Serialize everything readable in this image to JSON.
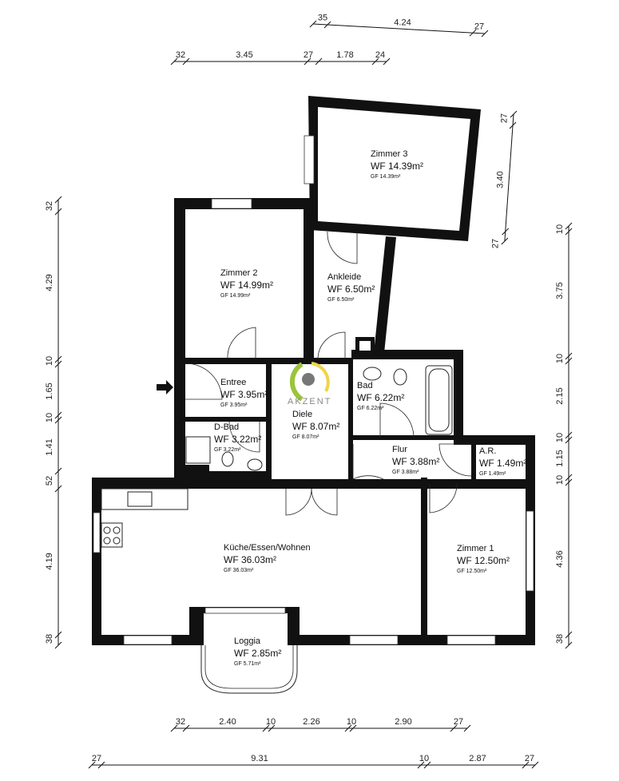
{
  "logo": {
    "text": "AKZENT",
    "colors": {
      "green": "#9cc33a",
      "yellow": "#f0d34a",
      "gray": "#777777"
    }
  },
  "rooms": {
    "zimmer3": {
      "name": "Zimmer 3",
      "wf": "WF 14.39m²",
      "gf": "GF 14.39m²"
    },
    "zimmer2": {
      "name": "Zimmer 2",
      "wf": "WF 14.99m²",
      "gf": "GF 14.99m²"
    },
    "ankleide": {
      "name": "Ankleide",
      "wf": "WF 6.50m²",
      "gf": "GF 6.50m²"
    },
    "entree": {
      "name": "Entree",
      "wf": "WF 3.95m²",
      "gf": "GF 3.95m²"
    },
    "dbad": {
      "name": "D-Bad",
      "wf": "WF 3.22m²",
      "gf": "GF 3.22m²"
    },
    "diele": {
      "name": "Diele",
      "wf": "WF 8.07m²",
      "gf": "GF 8.07m²"
    },
    "bad": {
      "name": "Bad",
      "wf": "WF 6.22m²",
      "gf": "GF 6.22m²"
    },
    "flur": {
      "name": "Flur",
      "wf": "WF 3.88m²",
      "gf": "GF 3.88m²"
    },
    "ar": {
      "name": "A.R.",
      "wf": "WF 1.49m²",
      "gf": "GF 1.49m²"
    },
    "zimmer1": {
      "name": "Zimmer 1",
      "wf": "WF 12.50m²",
      "gf": "GF 12.50m²"
    },
    "kueche": {
      "name": "Küche/Essen/Wohnen",
      "wf": "WF 36.03m²",
      "gf": "GF 36.03m²"
    },
    "loggia": {
      "name": "Loggia",
      "wf": "WF 2.85m²",
      "gf": "GF 5.71m²"
    }
  },
  "dimensions": {
    "top_outer": [
      "35",
      "4.24",
      "27"
    ],
    "top_inner": [
      "32",
      "3.45",
      "27",
      "1.78",
      "24"
    ],
    "left": [
      "32",
      "4.29",
      "10",
      "1.65",
      "10",
      "1.41",
      "52",
      "4.19",
      "38"
    ],
    "right": [
      "10",
      "3.75",
      "10",
      "2.15",
      "10",
      "1.15",
      "10",
      "4.36",
      "38"
    ],
    "right_diagonal": [
      "27",
      "3.40",
      "27"
    ],
    "bottom_inner": [
      "32",
      "2.40",
      "10",
      "2.26",
      "10",
      "2.90",
      "27"
    ],
    "bottom_outer": [
      "27",
      "9.31",
      "10",
      "2.87",
      "27"
    ]
  }
}
